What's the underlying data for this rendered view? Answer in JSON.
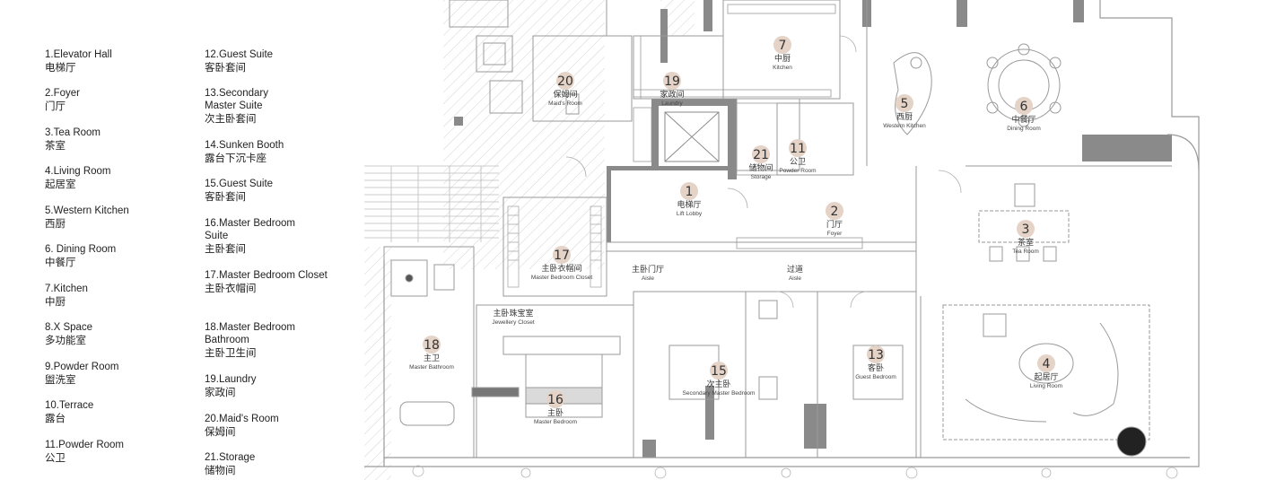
{
  "legend": [
    {
      "en": "1.Elevator Hall",
      "zh": "电梯厅"
    },
    {
      "en": "2.Foyer",
      "zh": "门厅"
    },
    {
      "en": "3.Tea Room",
      "zh": "茶室"
    },
    {
      "en": "4.Living Room",
      "zh": "起居室"
    },
    {
      "en": "5.Western Kitchen",
      "zh": "西厨"
    },
    {
      "en": "6. Dining Room",
      "zh": "中餐厅"
    },
    {
      "en": "7.Kitchen",
      "zh": "中厨"
    },
    {
      "en": "8.X Space",
      "zh": "多功能室"
    },
    {
      "en": "9.Powder Room",
      "zh": "盥洗室"
    },
    {
      "en": "10.Terrace",
      "zh": "露台"
    },
    {
      "en": "11.Powder Room",
      "zh": "公卫"
    },
    {
      "en": "12.Guest Suite",
      "zh": "客卧套间"
    },
    {
      "en": "13.Secondary Master Suite",
      "zh": "次主卧套间"
    },
    {
      "en": "14.Sunken Booth",
      "zh": "露台下沉卡座"
    },
    {
      "en": "15.Guest Suite",
      "zh": "客卧套间"
    },
    {
      "en": "16.Master Bedroom Suite",
      "zh": "主卧套间"
    },
    {
      "en": "17.Master Bedroom Closet",
      "zh": "主卧衣帽间"
    },
    {
      "en": "18.Master Bedroom Bathroom",
      "zh": "主卧卫生间"
    },
    {
      "en": "19.Laundry",
      "zh": "家政间"
    },
    {
      "en": "20.Maid's Room",
      "zh": "保姆间"
    },
    {
      "en": "21.Storage",
      "zh": "储物间"
    }
  ],
  "rooms": [
    {
      "num": "1",
      "zh": "电梯厅",
      "en": "Lift Lobby"
    },
    {
      "num": "2",
      "zh": "门厅",
      "en": "Foyer"
    },
    {
      "num": "3",
      "zh": "茶室",
      "en": "Tea Room"
    },
    {
      "num": "4",
      "zh": "起居厅",
      "en": "Living Room"
    },
    {
      "num": "5",
      "zh": "西厨",
      "en": "Western Kitchen"
    },
    {
      "num": "6",
      "zh": "中餐厅",
      "en": "Dining Room"
    },
    {
      "num": "7",
      "zh": "中厨",
      "en": "Kitchen"
    },
    {
      "num": "11",
      "zh": "公卫",
      "en": "Powder Room"
    },
    {
      "num": "13",
      "zh": "客卧",
      "en": "Guest Bedroom"
    },
    {
      "num": "15",
      "zh": "次主卧",
      "en": "Secondary Master Bedroom"
    },
    {
      "num": "16",
      "zh": "主卧",
      "en": "Master Bedroom"
    },
    {
      "num": "17",
      "zh": "主卧衣帽间",
      "en": "Master Bedroom Closet"
    },
    {
      "num": "18",
      "zh": "主卫",
      "en": "Master Bathroom"
    },
    {
      "num": "19",
      "zh": "家政间",
      "en": "Laundry"
    },
    {
      "num": "20",
      "zh": "保姆间",
      "en": "Maid's Room"
    },
    {
      "num": "21",
      "zh": "储物间",
      "en": "Storage"
    }
  ],
  "aisles": [
    {
      "zh": "主卧门厅",
      "en": "Aisle"
    },
    {
      "zh": "过道",
      "en": "Aisle"
    },
    {
      "zh": "主卧珠宝室",
      "en": "Jewellery Closet"
    }
  ],
  "colors": {
    "marker": "#e4d3c6",
    "wall": "#8a8a8a",
    "line": "#9a9a9a"
  }
}
